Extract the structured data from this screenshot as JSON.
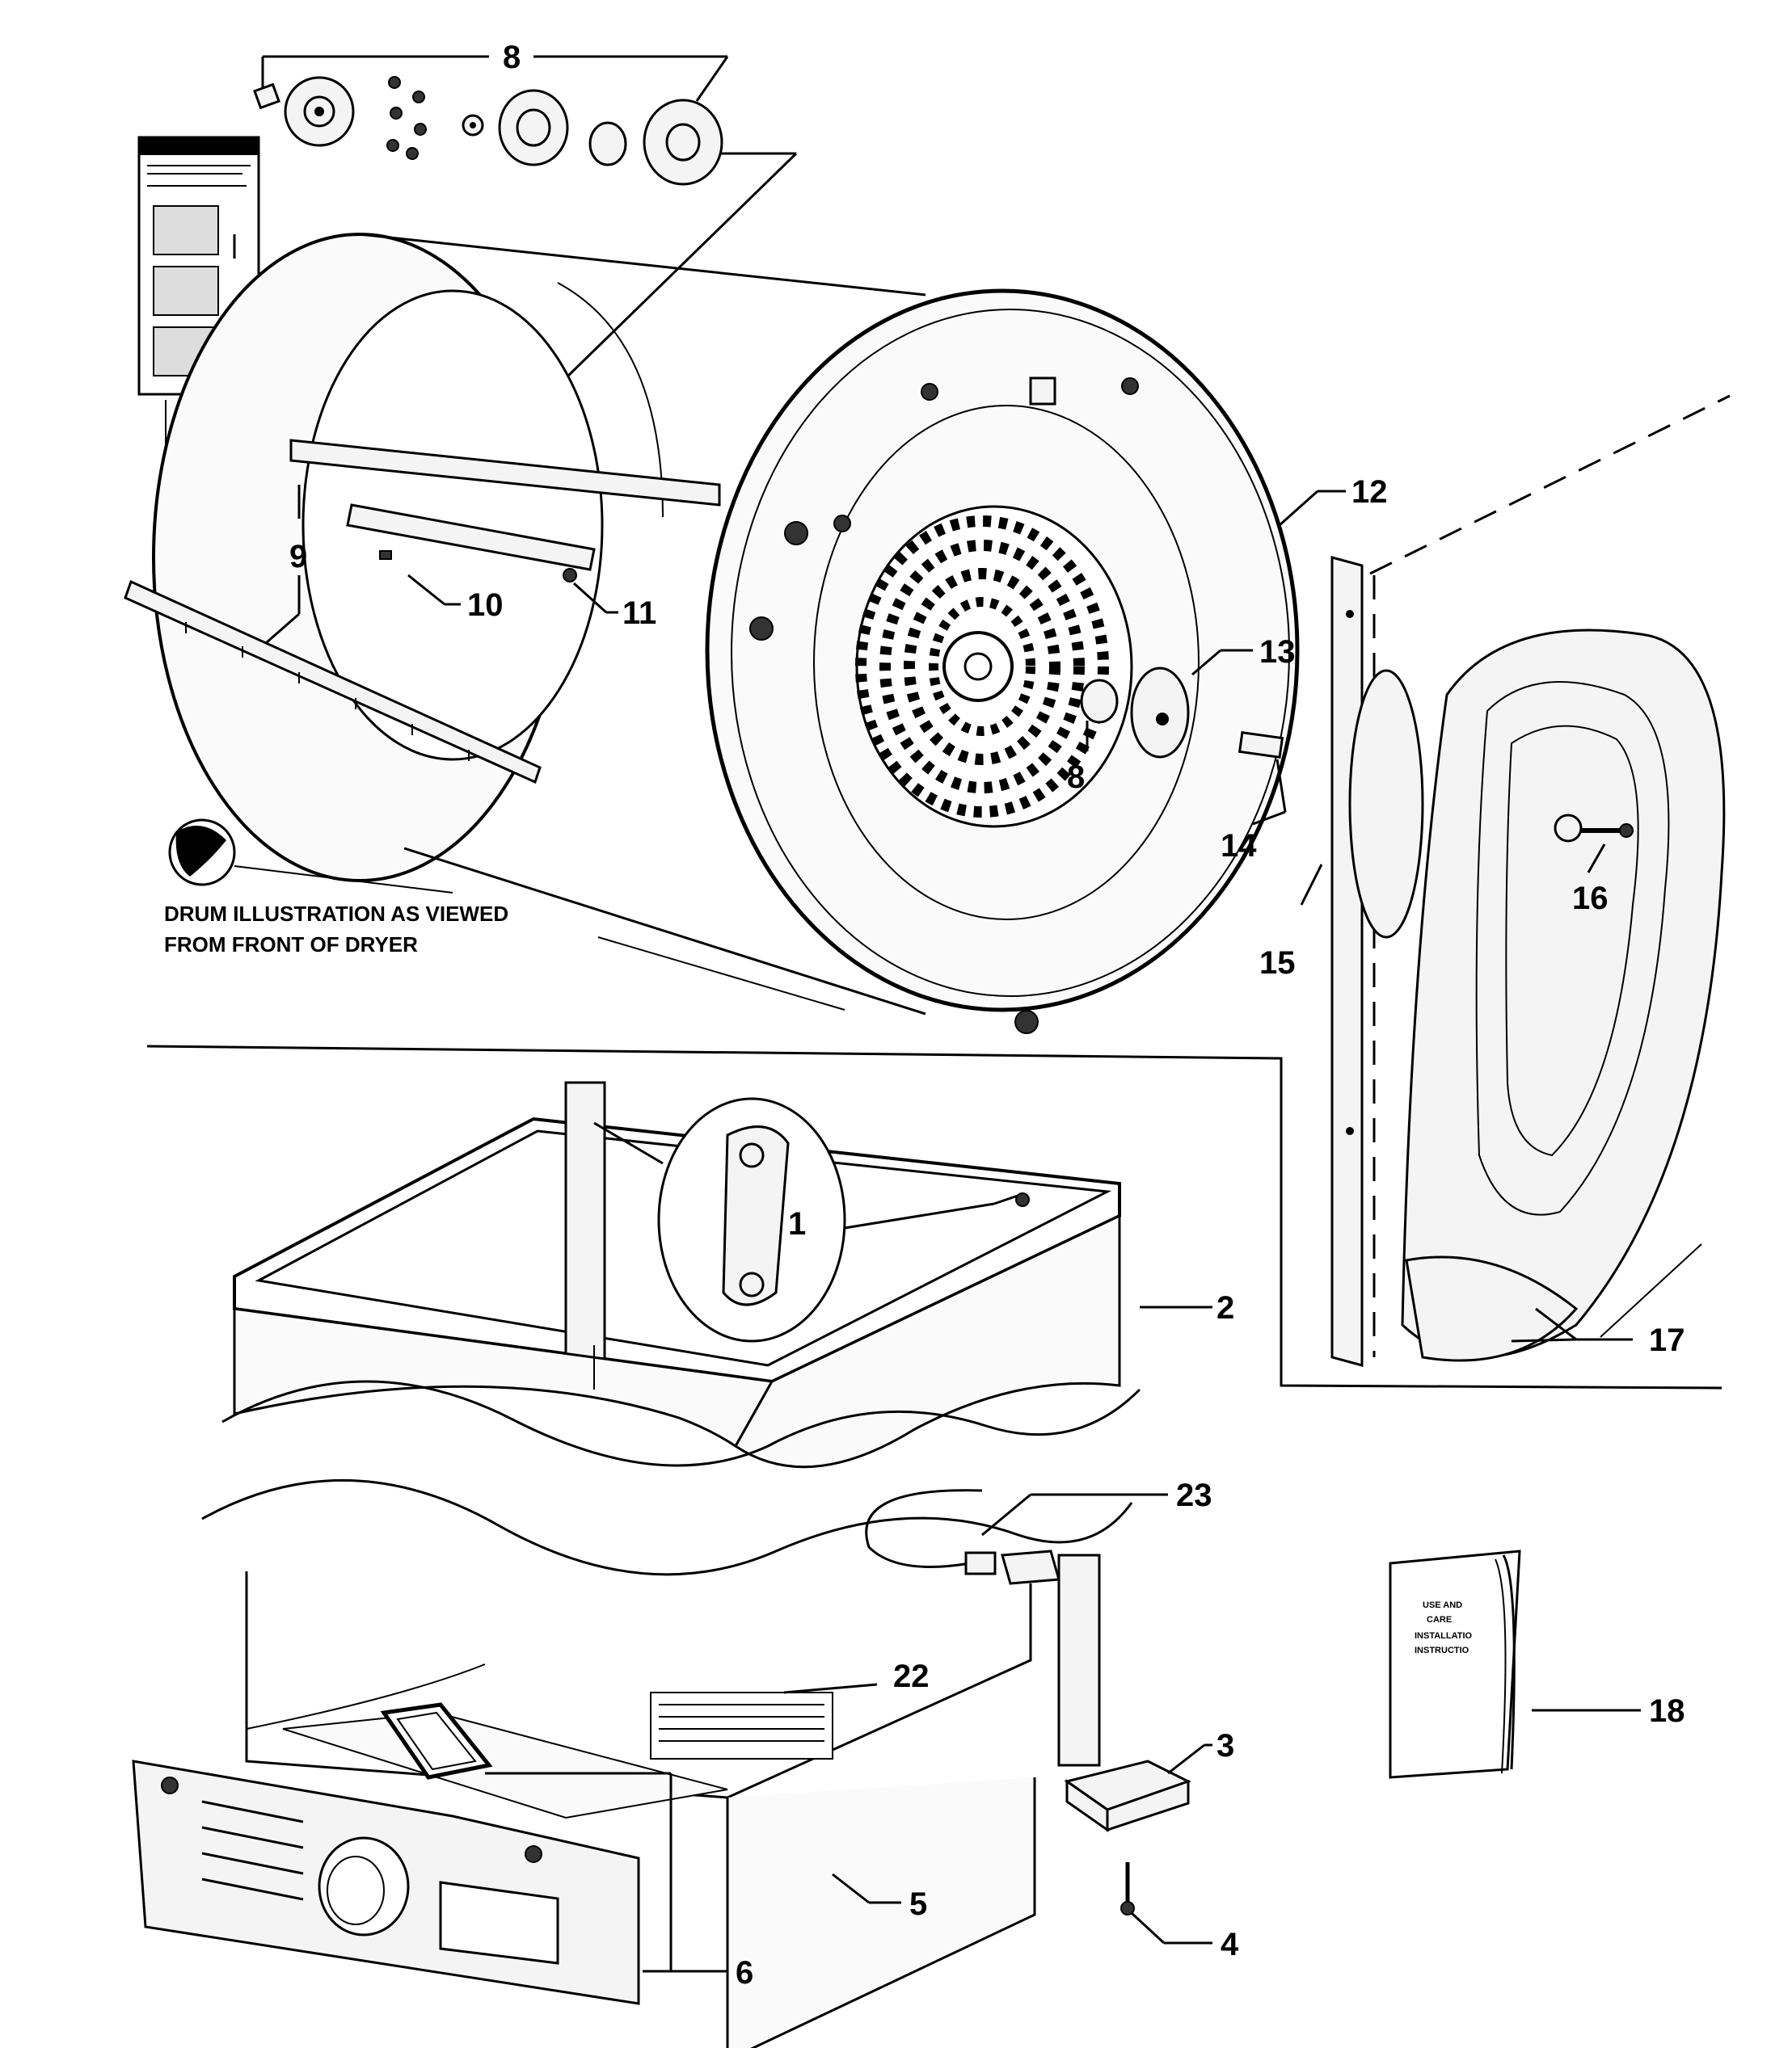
{
  "callouts": {
    "c8_top": "8",
    "c9": "9",
    "c10": "10",
    "c11": "11",
    "c12": "12",
    "c13": "13",
    "c8_mid": "8",
    "c14": "14",
    "c15": "15",
    "c16": "16",
    "c17": "17",
    "c1": "1",
    "c2": "2",
    "c23": "23",
    "c22": "22",
    "c18": "18",
    "c3": "3",
    "c4": "4",
    "c5": "5",
    "c6": "6"
  },
  "caption": {
    "line1": "DRUM ILLUSTRATION AS VIEWED",
    "line2": "FROM FRONT OF DRYER"
  },
  "manual": {
    "line1": "USE AND",
    "line2": "CARE",
    "line3": "INSTALLATIO",
    "line4": "INSTRUCTIO"
  }
}
